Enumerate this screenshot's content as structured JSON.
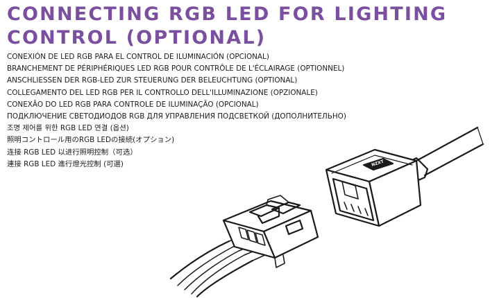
{
  "colors": {
    "title": "#7a4fa0",
    "text": "#1a1a1a",
    "line_art": "#1a1a1a",
    "background": "#ffffff"
  },
  "title_lines": [
    "CONNECTING RGB LED FOR LIGHTING",
    "CONTROL (OPTIONAL)"
  ],
  "translations": [
    "CONEXIÓN DE LED RGB PARA EL CONTROL DE ILUMINACIÓN (OPCIONAL)",
    "BRANCHEMENT DE PÉRIPHÉRIQUES LED RGB POUR CONTRÔLE DE L'ÉCLAIRAGE (OPTIONNEL)",
    "ANSCHLIESSEN DER RGB-LED ZUR STEUERUNG DER BELEUCHTUNG (OPTIONAL)",
    "COLLEGAMENTO DEL LED RGB PER IL CONTROLLO DELL'ILLUMINAZIONE (OPZIONALE)",
    "CONEXÃO DO LED RGB PARA CONTROLE DE ILUMINAÇÃO (OPCIONAL)",
    "ПОДКЛЮЧЕНИЕ СВЕТОДИОДОВ RGB ДЛЯ УПРАВЛЕНИЯ ПОДСВЕТКОЙ (ДОПОЛНИТЕЛЬНО)",
    "조명 제어를 위한 RGB LED 연결 (옵션)",
    "照明コントロール用のRGB LEDの接続(オプション)",
    "连接 RGB LED 以进行照明控制（可选）",
    "連接 RGB LED 進行燈光控制 (可選)"
  ],
  "illustration": {
    "subject": "rgb-led-connector-pair",
    "male_connector_marking": "NZXT"
  }
}
